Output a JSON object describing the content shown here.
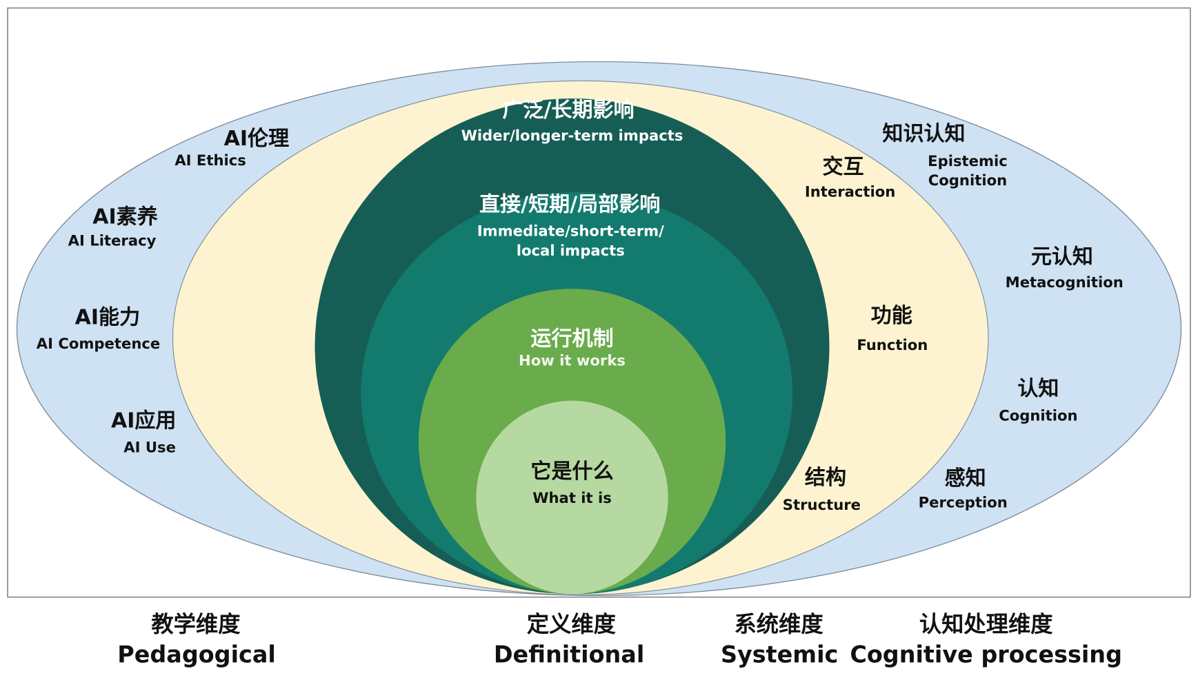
{
  "colors": {
    "outer": "#cfe2f3",
    "yellow": "#fdf3d0",
    "dark_green": "#165e55",
    "teal": "#137a6e",
    "green": "#6aab4c",
    "light_green": "#b6d9a1"
  },
  "core": [
    {
      "zh": "广泛/长期影响",
      "en": "Wider/longer-term impacts"
    },
    {
      "zh": "直接/短期/局部影响",
      "en1": "Immediate/short-term/",
      "en2": "local impacts"
    },
    {
      "zh": "运行机制",
      "en": "How it works"
    },
    {
      "zh": "它是什么",
      "en": "What it is"
    }
  ],
  "pedagogical": [
    {
      "zh": "AI伦理",
      "en": "AI Ethics"
    },
    {
      "zh": "AI素养",
      "en": "AI Literacy"
    },
    {
      "zh": "AI能力",
      "en": "AI Competence"
    },
    {
      "zh": "AI应用",
      "en": "AI Use"
    }
  ],
  "systemic": [
    {
      "zh": "交互",
      "en": "Interaction"
    },
    {
      "zh": "功能",
      "en": "Function"
    },
    {
      "zh": "结构",
      "en": "Structure"
    }
  ],
  "cognitive": [
    {
      "zh": "知识认知",
      "en1": "Epistemic",
      "en2": "Cognition"
    },
    {
      "zh": "元认知",
      "en": "Metacognition"
    },
    {
      "zh": "认知",
      "en": "Cognition"
    },
    {
      "zh": "感知",
      "en": "Perception"
    }
  ],
  "dimensions": [
    {
      "zh": "教学维度",
      "en": "Pedagogical"
    },
    {
      "zh": "定义维度",
      "en": "Definitional"
    },
    {
      "zh": "系统维度",
      "en": "Systemic"
    },
    {
      "zh": "认知处理维度",
      "en": "Cognitive processing"
    }
  ]
}
